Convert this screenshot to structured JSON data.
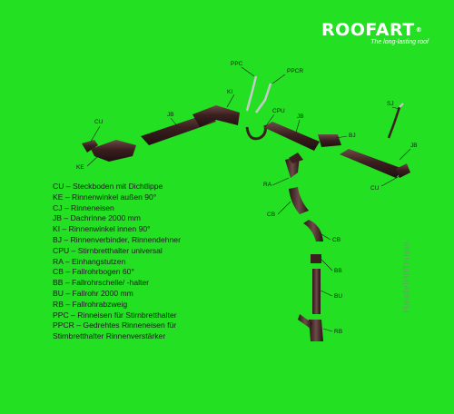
{
  "brand": {
    "name": "ROOFART",
    "registered": "®",
    "tagline": "The long-lasting roof"
  },
  "labels": {
    "ppc": "PPC",
    "ppcr": "PPCR",
    "ki": "KI",
    "cpu": "CPU",
    "jb_left": "JB",
    "jb_right": "JB",
    "jb_far": "JB",
    "cu_left": "CU",
    "cu_right": "CU",
    "ke": "KE",
    "bj": "BJ",
    "sj": "SJ",
    "ra": "RA",
    "cb_top": "CB",
    "cb_bottom": "CB",
    "bb": "BB",
    "bu": "BU",
    "rb": "RB"
  },
  "legend": [
    "CU – Steckboden mit Dichtlippe",
    "KE – Rinnenwinkel außen 90°",
    "CJ – Rinneneisen",
    "JB – Dachrinne 2000 mm",
    "KI – Rinnenwinkel innen 90°",
    "BJ – Rinnenverbinder, Rinnendehner",
    "CPU – Stirnbretthalter universal",
    "RA – Einhangstutzen",
    "CB – Fallrohrbogen 60°",
    "BB – Fallrohrschelle/ -halter",
    "BU – Fallrohr 2000 mm",
    "RB – Fallrohrabzweig",
    "PPC – Rinneisen für Stirnbretthalter",
    "PPCR – Gedrehtes Rinneneisen für",
    "Stirnbretthalter Rinnenverstärker"
  ],
  "watermark": "HandelHoffmann",
  "colors": {
    "background": "#23e022",
    "part": "#3b1f1f",
    "part_highlight": "#6d4a48",
    "hook": "#c9c9c9",
    "text": "#1a1a1a"
  }
}
